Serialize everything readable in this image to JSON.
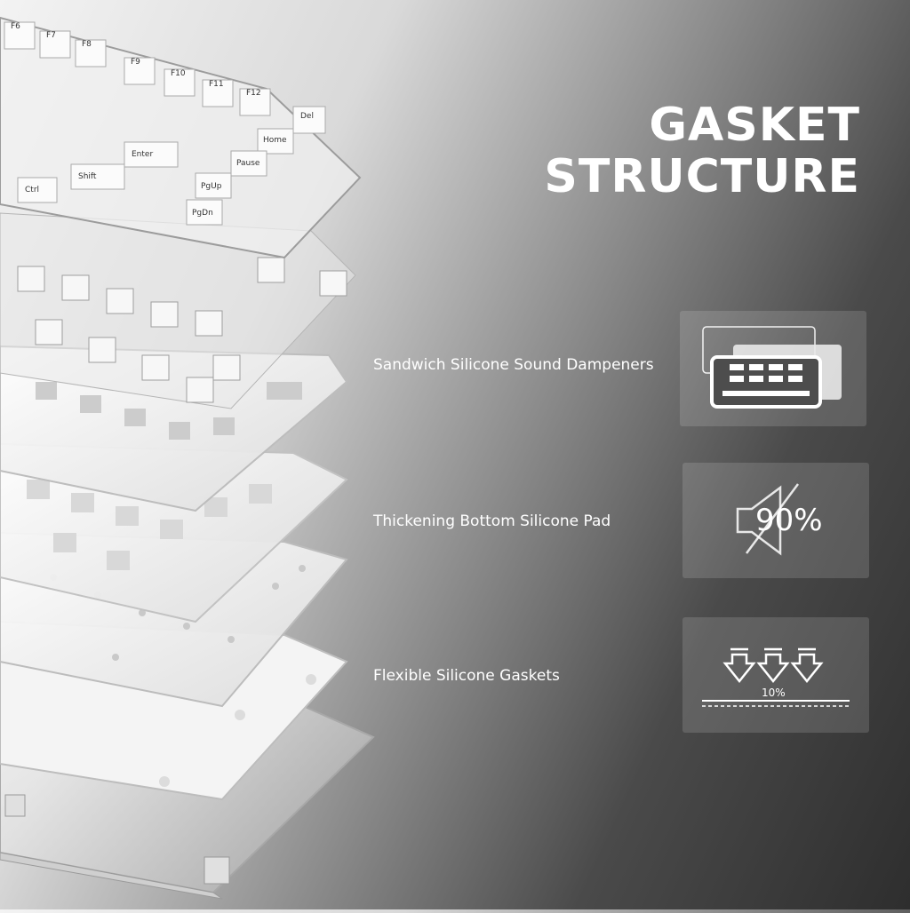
{
  "title": {
    "line1": "GASKET",
    "line2": "STRUCTURE"
  },
  "features": [
    {
      "label": "Sandwich Silicone Sound Dampeners",
      "icon": "sandwich-layers-icon"
    },
    {
      "label": "Thickening Bottom Silicone Pad",
      "icon": "muted-speaker-icon",
      "value": "90%"
    },
    {
      "label": "Flexible Silicone Gaskets",
      "icon": "compression-arrows-icon",
      "value": "10%"
    }
  ],
  "keycaps": [
    "F6",
    "F7",
    "F8",
    "F9",
    "F10",
    "F11",
    "F12",
    "Del",
    "Home",
    "Enter",
    "Pause",
    "Shift",
    "PgUp",
    "Ctrl",
    "PgDn"
  ],
  "colors": {
    "text": "#ffffff",
    "icon_stroke": "#ffffff"
  }
}
